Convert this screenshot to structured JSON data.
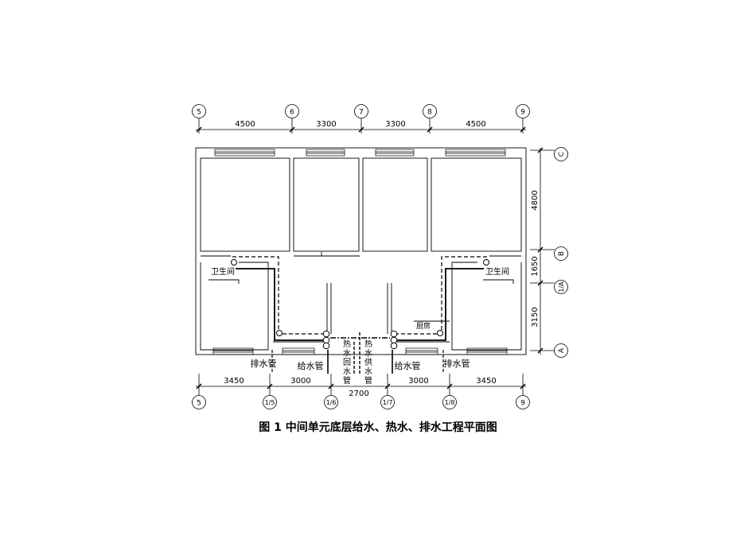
{
  "grid_top": [
    "5",
    "6",
    "7",
    "8",
    "9"
  ],
  "grid_bottom": [
    "5",
    "1/5",
    "1/6",
    "1/7",
    "1/8",
    "9"
  ],
  "grid_right": [
    "C",
    "B",
    "1/A",
    "A"
  ],
  "dims_top": [
    "4500",
    "3300",
    "3300",
    "4500"
  ],
  "dims_bottom": [
    "3450",
    "3000",
    "3000",
    "3450"
  ],
  "dim_bottom_center": "2700",
  "dims_right": [
    "4800",
    "1650",
    "3150"
  ],
  "labels": {
    "bathroom_left": "卫生间",
    "bathroom_right": "卫生间",
    "kitchen": "厨房",
    "drain_left": "排水管",
    "supply_left": "给水管",
    "hot_return": "热水回水管",
    "hot_supply": "热水供水管",
    "supply_right": "给水管",
    "drain_right": "排水管"
  },
  "caption": "图 1 中间单元底层给水、热水、排水工程平面图"
}
